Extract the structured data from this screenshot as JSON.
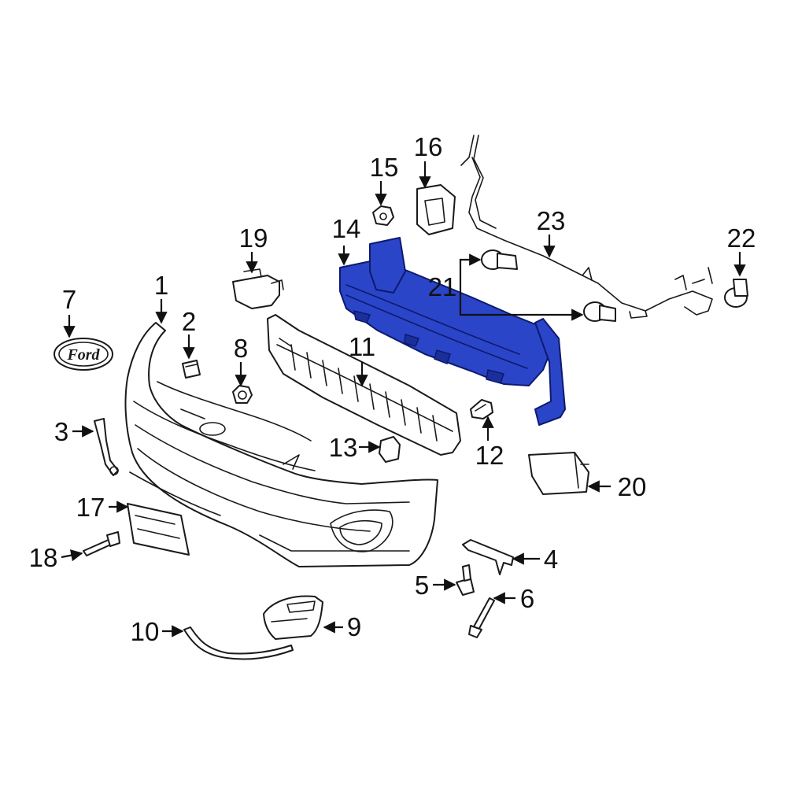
{
  "callouts": {
    "c1": "1",
    "c2": "2",
    "c3": "3",
    "c4": "4",
    "c5": "5",
    "c6": "6",
    "c7": "7",
    "c8": "8",
    "c9": "9",
    "c10": "10",
    "c11": "11",
    "c12": "12",
    "c13": "13",
    "c14": "14",
    "c15": "15",
    "c16": "16",
    "c17": "17",
    "c18": "18",
    "c19": "19",
    "c20": "20",
    "c21": "21",
    "c22": "22",
    "c23": "23"
  },
  "emblem_text": "Ford",
  "colors": {
    "highlight": "#2a45c8",
    "linework": "#1a1a1a",
    "background": "#ffffff"
  }
}
